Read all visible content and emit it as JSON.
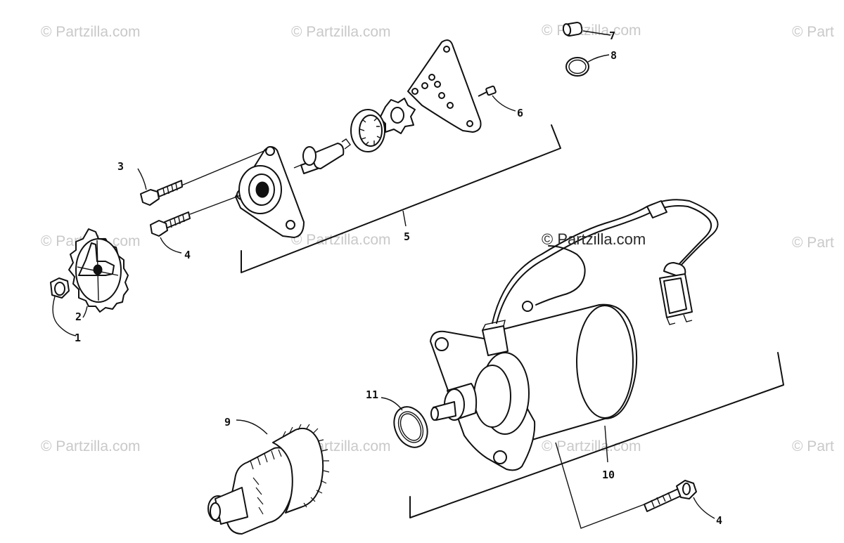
{
  "watermarks": {
    "top_left": "© Partzilla.com",
    "top_mid": "© Partzilla.com",
    "top_right": "© Partzilla.com",
    "top_edge": "© Part",
    "mid_left": "© Partzilla.com",
    "mid_mid": "© Partzilla.com",
    "mid_center": "© Partzilla.com",
    "mid_edge": "© Part",
    "bot_left": "© Partzilla.com",
    "bot_mid": "© Partzilla.com",
    "bot_right": "© Partzilla.com",
    "bot_edge": "© Part"
  },
  "callouts": {
    "c1": "1",
    "c2": "2",
    "c3": "3",
    "c4a": "4",
    "c4b": "4",
    "c5": "5",
    "c6": "6",
    "c7": "7",
    "c8": "8",
    "c9": "9",
    "c10": "10",
    "c11": "11"
  }
}
